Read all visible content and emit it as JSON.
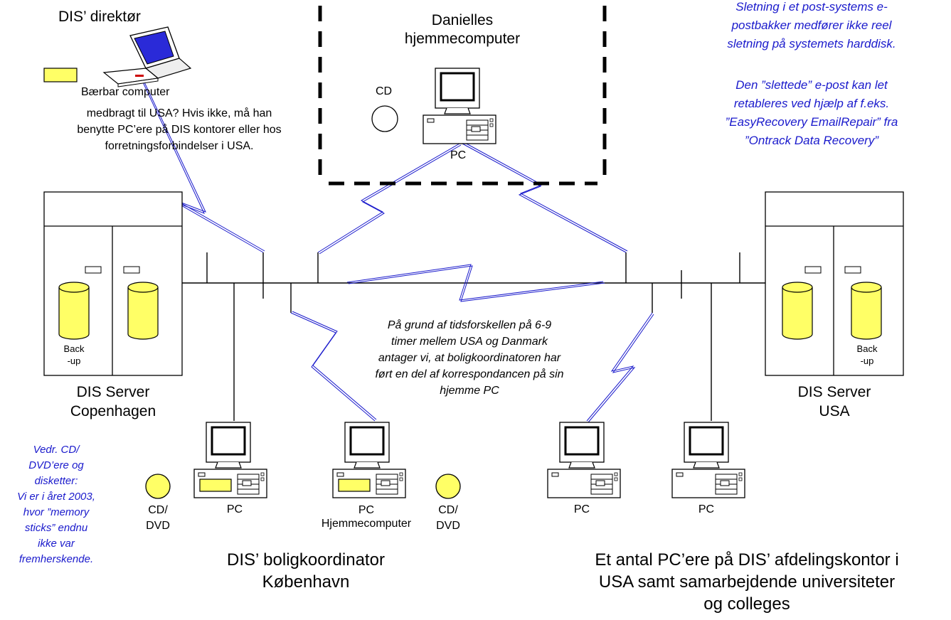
{
  "director": {
    "title": "DIS’ direktør",
    "laptop_label": "Bærbar computer",
    "note_lines": [
      "medbragt til USA? Hvis ikke, må han",
      "benytte PC’ere på DIS kontorer eller hos",
      "forretningsforbindelser i USA."
    ]
  },
  "danielle": {
    "title_lines": [
      "Danielles",
      "hjemmecomputer"
    ],
    "cd_label": "CD",
    "pc_label": "PC"
  },
  "deletion_note": {
    "para1": [
      "Sletning i et post-systems e-",
      "postbakker medfører ikke reel",
      "sletning på systemets harddisk."
    ],
    "para2": [
      "Den ”slettede” e-post kan let",
      "retableres ved hjælp af f.eks.",
      "”EasyRecovery EmailRepair” fra",
      "”Ontrack Data Recovery”"
    ]
  },
  "server_cph": {
    "label_lines": [
      "DIS Server",
      "Copenhagen"
    ],
    "backup_lines": [
      "Back",
      "-up"
    ]
  },
  "server_usa": {
    "label_lines": [
      "DIS Server",
      "USA"
    ],
    "backup_lines": [
      "Back",
      "-up"
    ]
  },
  "time_note": [
    "På grund af tidsforskellen på 6-9",
    "timer mellem USA og Danmark",
    "antager vi, at boligkoordinatoren har",
    "ført en del af korrespondancen på sin",
    "hjemme PC"
  ],
  "cd_note": [
    "Vedr. CD/",
    "DVD’ere og",
    "disketter:",
    "Vi er i året 2003,",
    "hvor ”memory",
    "sticks” endnu",
    "ikke var",
    "fremherskende."
  ],
  "cph_pcs": {
    "pc1_label": "PC",
    "pc2_label_lines": [
      "PC",
      "Hjemmecomputer"
    ],
    "cd1_lines": [
      "CD/",
      "DVD"
    ],
    "cd2_lines": [
      "CD/",
      "DVD"
    ],
    "group_label_lines": [
      "DIS’  boligkoordinator",
      "København"
    ]
  },
  "usa_pcs": {
    "pc1_label": "PC",
    "pc2_label": "PC",
    "group_label_lines": [
      "Et antal PC’ere på DIS’ afdelingskontor i",
      "USA samt samarbejdende universiteter",
      "og colleges"
    ]
  },
  "colors": {
    "disk_yellow": "#ffff66",
    "link_blue": "#1a1acc",
    "note_blue": "#1a1acc"
  }
}
